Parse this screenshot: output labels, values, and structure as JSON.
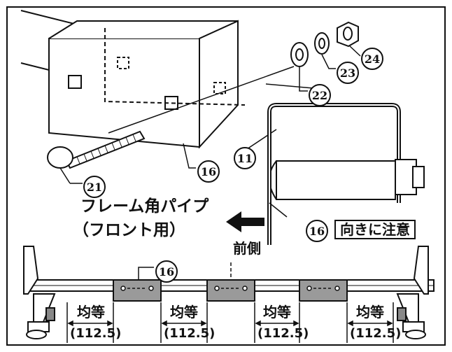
{
  "parts": [
    "21",
    "16",
    "11",
    "22",
    "23",
    "24"
  ],
  "labels": {
    "pipe_line1": "フレーム角パイプ",
    "pipe_line2": "（フロント用）",
    "front_side": "前側",
    "orientation_note": "向きに注意",
    "equal": "均等",
    "spacing": "(112.5)"
  },
  "bottom_part": "16"
}
